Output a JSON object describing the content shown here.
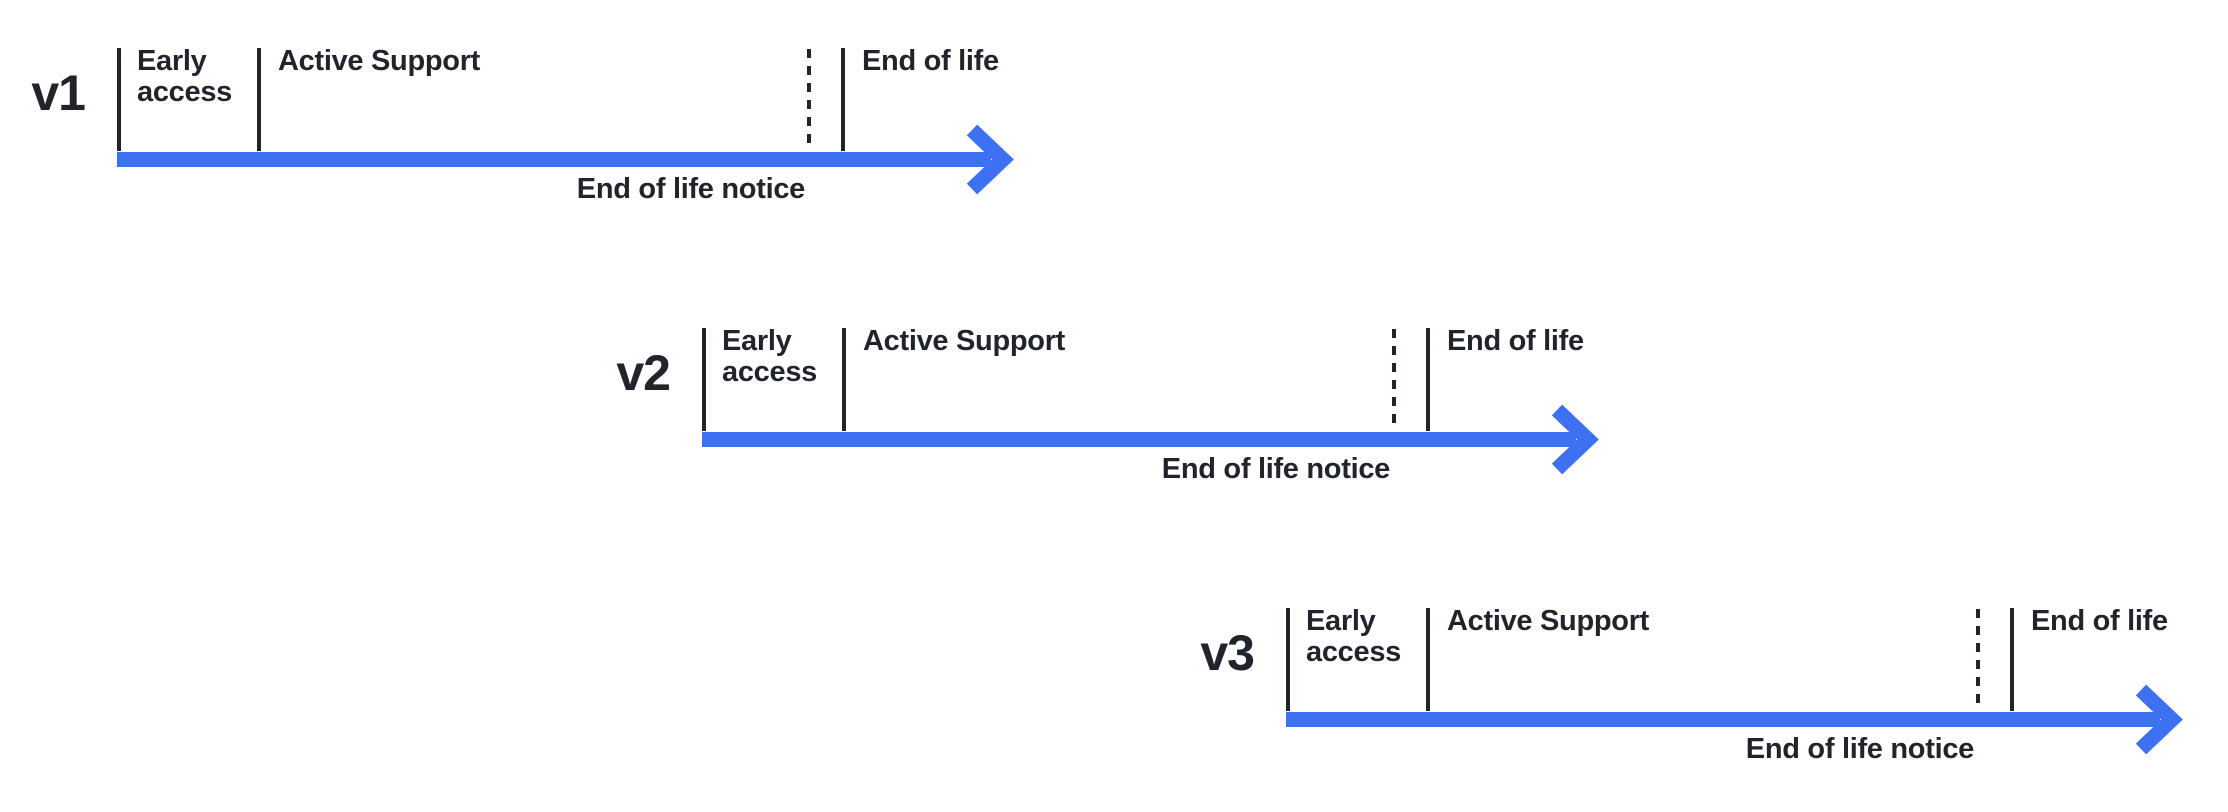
{
  "colors": {
    "arrow": "#3E70F2",
    "ink": "#21252B"
  },
  "timelines": [
    {
      "version": "v1",
      "early_line1": "Early",
      "early_line2": "access",
      "active_support": "Active Support",
      "end_of_life": "End of life",
      "eol_notice": "End of life notice"
    },
    {
      "version": "v2",
      "early_line1": "Early",
      "early_line2": "access",
      "active_support": "Active Support",
      "end_of_life": "End of life",
      "eol_notice": "End of life notice"
    },
    {
      "version": "v3",
      "early_line1": "Early",
      "early_line2": "access",
      "active_support": "Active Support",
      "end_of_life": "End of life",
      "eol_notice": "End of life notice"
    }
  ]
}
